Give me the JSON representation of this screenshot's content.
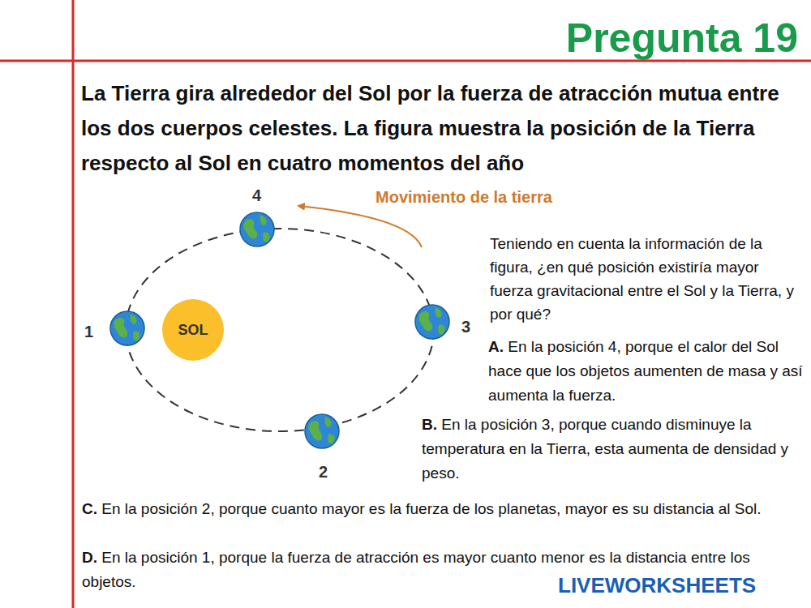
{
  "diagram": {
    "title": "Pregunta 19",
    "nodes": [
      {
        "text": [
          "SOL"
        ]
      }
    ],
    "labels": [
      "La Tierra gira alrededor del Sol por la fuerza de atracción mutua entre los dos cuerpos celestes. La figura muestra la posición de la Tierra respecto al Sol en cuatro momentos del año",
      "4",
      "Movimiento de la tierra",
      "1",
      "3",
      "2",
      "Teniendo en cuenta la información de la figura, ¿en qué posición existiría mayor fuerza gravitacional entre el Sol y la Tierra, y por qué?",
      "A.",
      "En la posición 4, porque el calor del Sol hace que los objetos aumenten de masa y así aumenta la fuerza.",
      "B.",
      "En la posición 3, porque cuando disminuye la temperatura en la Tierra, esta aumenta de densidad y peso.",
      "C.",
      "En la posición 2, porque cuanto mayor es la fuerza de los planetas, mayor es su distancia al Sol.",
      "D.",
      "En la posición 1, porque la fuerza de atracción es mayor cuanto menor es la distancia entre los objetos.",
      "LIVEWORKSHEETS"
    ]
  }
}
